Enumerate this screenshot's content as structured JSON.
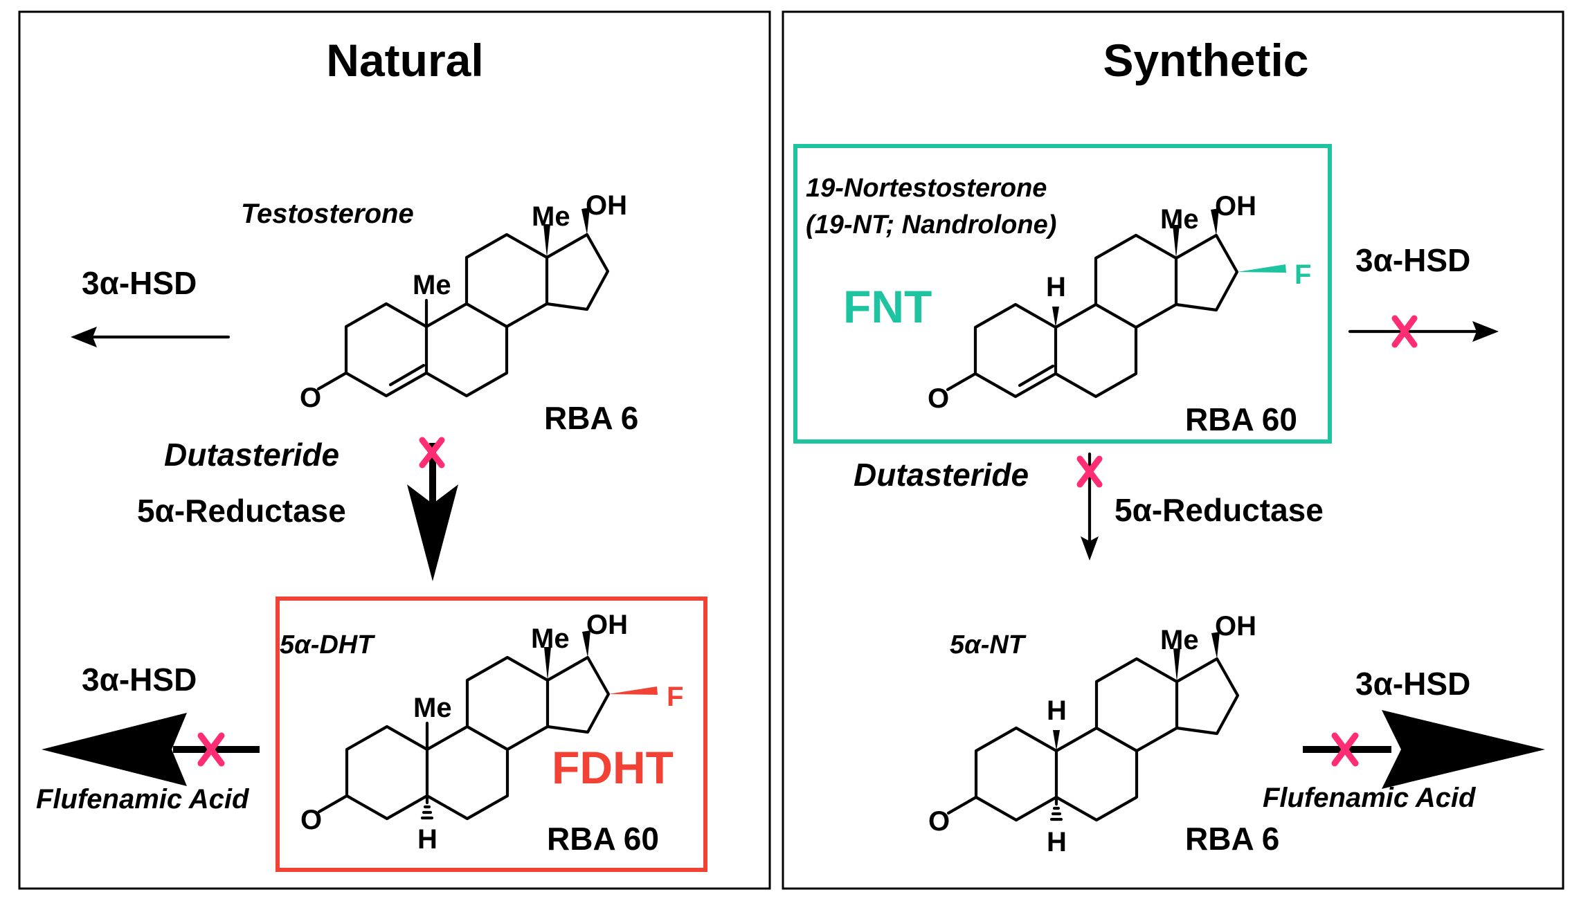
{
  "panels": {
    "natural_title": "Natural",
    "synthetic_title": "Synthetic"
  },
  "natural": {
    "testosterone": {
      "name": "Testosterone",
      "rba": "RBA 6"
    },
    "dht": {
      "name": "5α-DHT",
      "tracer": "FDHT",
      "rba": "RBA 60"
    },
    "hsd_top": "3α-HSD",
    "hsd_bottom": "3α-HSD",
    "inhibitor_reductase": "Dutasteride",
    "enzyme_reductase": "5α-Reductase",
    "inhibitor_hsd": "Flufenamic Acid"
  },
  "synthetic": {
    "nortestosterone": {
      "name_line1": "19-Nortestosterone",
      "name_line2": "(19-NT; Nandrolone)",
      "tracer": "FNT",
      "rba": "RBA 60"
    },
    "nt": {
      "name": "5α-NT",
      "rba": "RBA 6"
    },
    "hsd_top": "3α-HSD",
    "hsd_bottom": "3α-HSD",
    "inhibitor_reductase": "Dutasteride",
    "enzyme_reductase": "5α-Reductase",
    "inhibitor_hsd": "Flufenamic Acid"
  },
  "atoms": {
    "oh": "OH",
    "me": "Me",
    "o": "O",
    "h": "H",
    "f": "F"
  },
  "colors": {
    "fdht_box": "#f24236",
    "fnt_box": "#1ec4a0",
    "block_x": "#ff2d73",
    "text": "#000000"
  }
}
